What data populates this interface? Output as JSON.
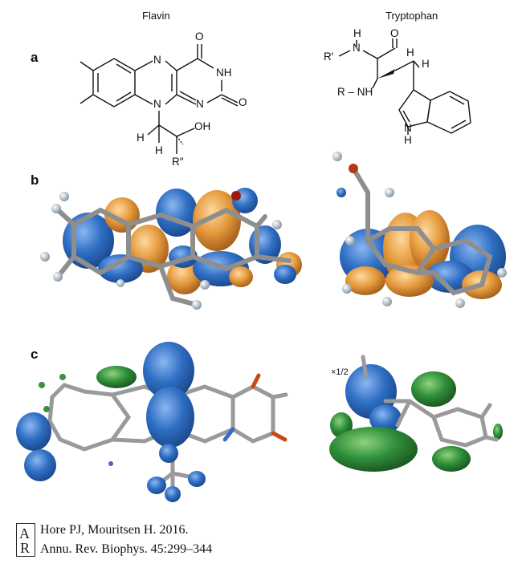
{
  "headers": {
    "left": "Flavin",
    "right": "Tryptophan"
  },
  "panels": {
    "a": "a",
    "b": "b",
    "c": "c"
  },
  "flavin": {
    "n_top": "N",
    "o_top": "O",
    "nh": "NH",
    "o_right": "O",
    "n_bottom_right": "N",
    "n_bottom_left": "N",
    "h1": "H",
    "h2": "H",
    "oh": "OH",
    "r2": "R″"
  },
  "tryptophan": {
    "h_top": "H",
    "n_amide": "N",
    "r1": "R′",
    "o": "O",
    "h_side": "H",
    "r_nh": "R – NH",
    "h_ring": "H",
    "n_indole": "N",
    "h_indole": "H"
  },
  "scale_note": "×1/2",
  "citation": {
    "line1": "Hore PJ, Mouritsen H. 2016.",
    "line2": "Annu. Rev. Biophys. 45:299–344",
    "logo_letters": "AR"
  },
  "colors": {
    "orbital_blue": "#2f6fc4",
    "orbital_orange": "#e59a3c",
    "lobe_green": "#2f8f3a",
    "bond_gray": "#888888"
  }
}
